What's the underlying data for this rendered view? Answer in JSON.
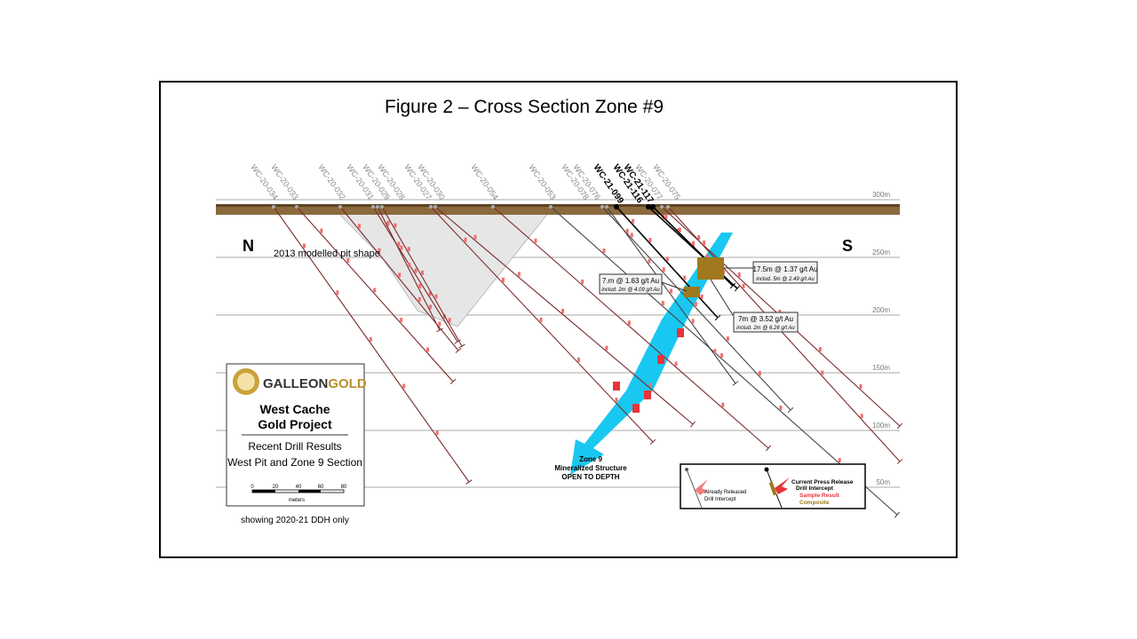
{
  "title": "Figure 2  – Cross Section Zone #9",
  "north_label": "N",
  "south_label": "S",
  "pit_label": "2013 modelled pit shape",
  "elevations": [
    "300m",
    "250m",
    "200m",
    "150m",
    "100m",
    "50m"
  ],
  "holes": [
    "WC-20-034",
    "WC-20-033",
    "WC-20-032",
    "WC-20-031",
    "WC-20-029",
    "WC-20-028",
    "WC-20-027",
    "WC-20-030",
    "WC-20-054",
    "WC-20-053",
    "WC-20-078",
    "WC-20-076",
    "WC-21-099",
    "WC-21-116",
    "WC-21-117",
    "WC-20-077",
    "WC-20-075"
  ],
  "callouts": [
    {
      "main": "17.5m @ 1.37 g/t Au",
      "sub": "includ. 5m @ 2.49 g/t Au"
    },
    {
      "main": "7.m @ 1.63 g/t Au",
      "sub": "includ. 2m @ 4.09 g/t Au"
    },
    {
      "main": "7m @ 3.52 g/t Au",
      "sub": "includ. 2m @ 6.26 g/t Au"
    }
  ],
  "zone": {
    "line1": "Zone 9",
    "line2": "Mineralized Structure",
    "line3": "OPEN TO DEPTH"
  },
  "info_box": {
    "brand_a": "GALLEON",
    "brand_b": "GOLD",
    "project_1": "West Cache",
    "project_2": "Gold Project",
    "sub_1": "Recent Drill Results",
    "sub_2": "West Pit and Zone 9 Section",
    "scale_ticks": [
      "0",
      "20",
      "40",
      "60",
      "80"
    ],
    "scale_unit": "meters"
  },
  "footnote": "showing 2020-21 DDH only",
  "legend": {
    "released_1": "Already Released",
    "released_2": "Drill Intercept",
    "current_1": "Current Press Release",
    "current_2": "Drill Intercept",
    "sample": "Sample Result",
    "composite": "Composite"
  },
  "colors": {
    "hole": "#7a2a2a",
    "zone": "#19c8f0",
    "sample": "#e8333a",
    "composite": "#a0781e",
    "surface": "#8b6a3e"
  }
}
